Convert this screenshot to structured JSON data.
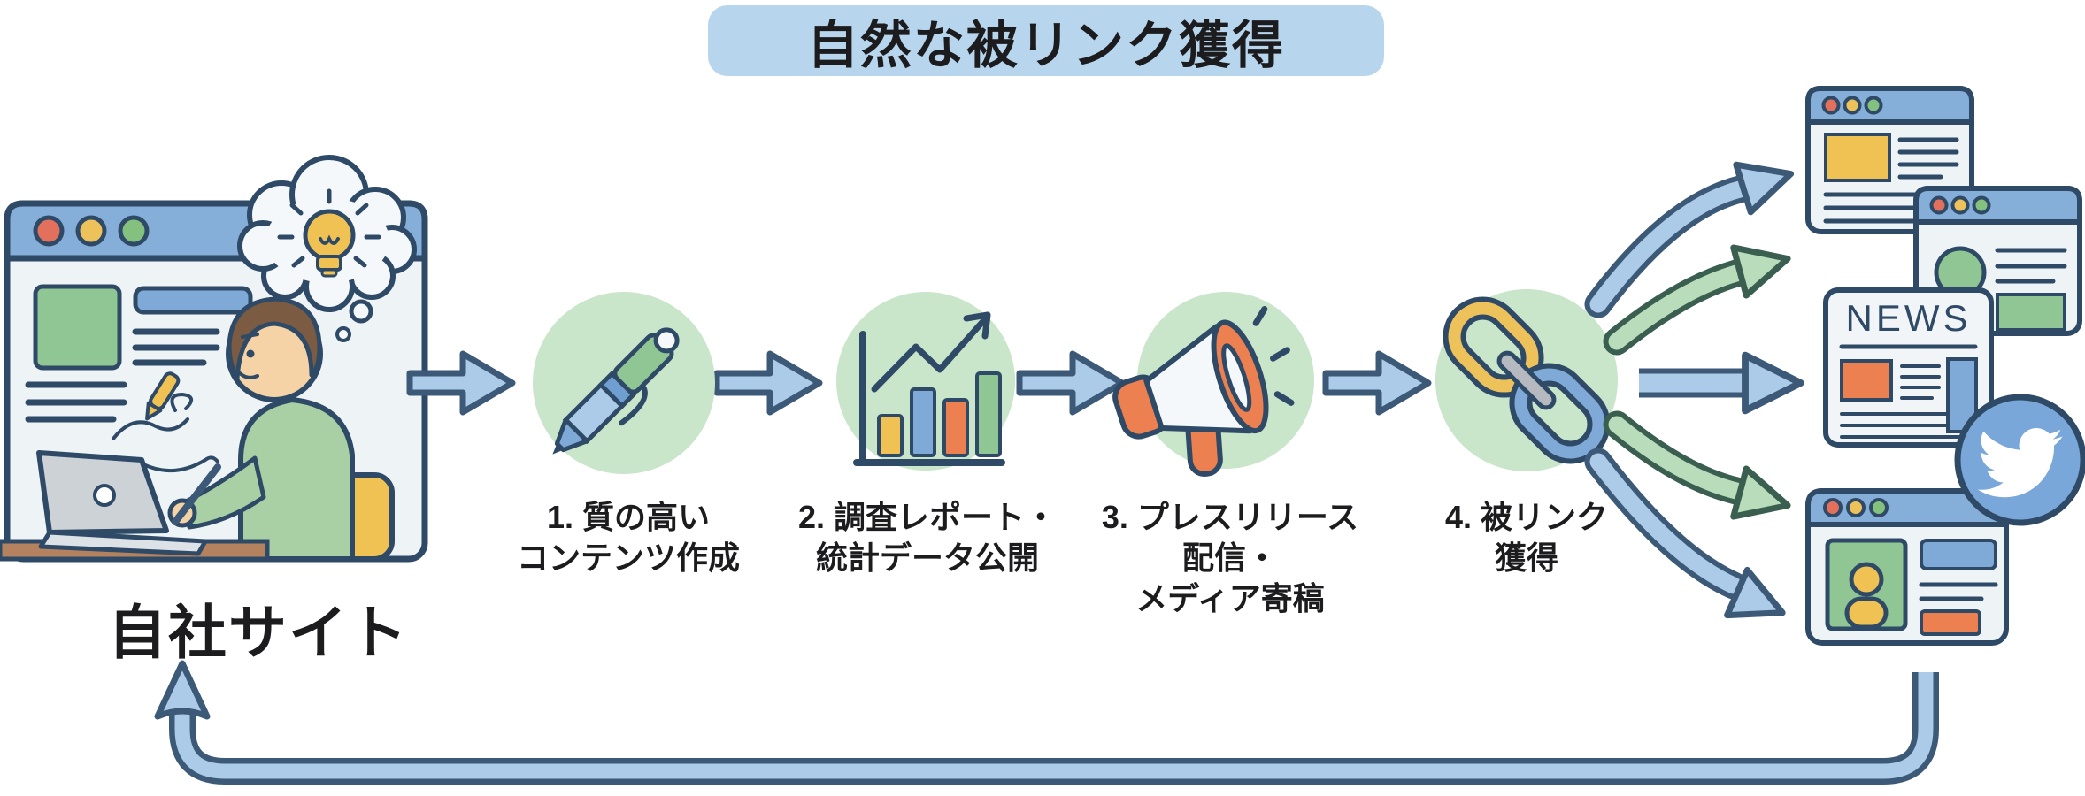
{
  "title": "自然な被リンク獲得",
  "site_label": "自社サイト",
  "flow": {
    "steps": [
      {
        "id": 1,
        "icon": "pen-icon",
        "lines": [
          "1. 質の高い",
          "コンテンツ作成"
        ]
      },
      {
        "id": 2,
        "icon": "bar-chart-icon",
        "lines": [
          "2. 調査レポート・",
          "統計データ公開"
        ]
      },
      {
        "id": 3,
        "icon": "megaphone-icon",
        "lines": [
          "3. プレスリリース",
          "配信・",
          "メディア寄稿"
        ]
      },
      {
        "id": 4,
        "icon": "chain-link-icon",
        "lines": [
          "4. 被リンク",
          "獲得"
        ]
      }
    ]
  },
  "destinations": {
    "news_label": "NEWS",
    "items": [
      "website-card",
      "website-card",
      "news-card",
      "twitter-icon",
      "profile-card"
    ]
  },
  "colors": {
    "title_bg": "#b7d6ee",
    "text_dark": "#1c1c1e",
    "outline": "#2e4a66",
    "arrow_blue": "#abcbe8",
    "arrow_blue_border": "#3c5a78",
    "arrow_green": "#b9dcba",
    "arrow_green_border": "#3a5f51",
    "circle_green": "#c9e5ca",
    "browser_bar": "#85aed8",
    "window_bg": "#eef3f6",
    "dot_red": "#e2705c",
    "dot_yellow": "#eec25a",
    "dot_green": "#84c17e",
    "accent_yellow": "#f0c254",
    "accent_orange": "#ed8050",
    "accent_green": "#90c694",
    "accent_blue": "#7fa9d6",
    "twitter_blue": "#7aa7d9",
    "news_text": "#2e4a66"
  }
}
